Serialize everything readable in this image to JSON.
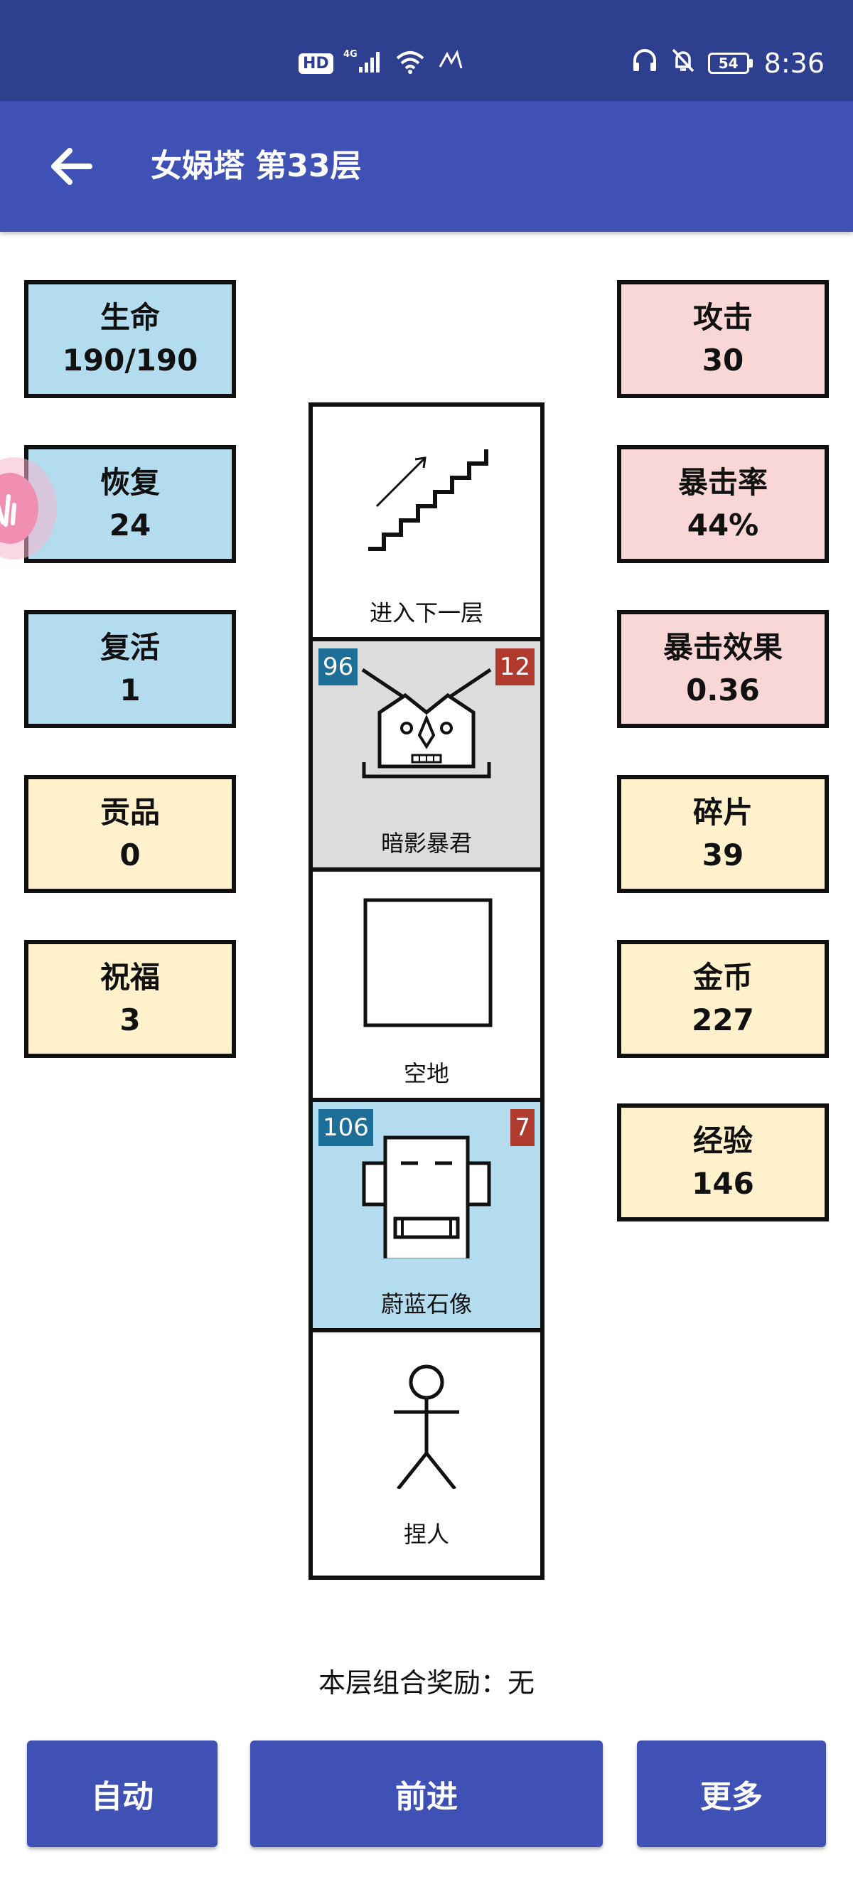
{
  "status_bar": {
    "hd": "HD",
    "network": "4G",
    "battery": "54",
    "time": "8:36"
  },
  "app_bar": {
    "title": "女娲塔 第33层"
  },
  "stats_left": [
    {
      "label": "生命",
      "value": "190/190",
      "color": "blue"
    },
    {
      "label": "恢复",
      "value": "24",
      "color": "blue"
    },
    {
      "label": "复活",
      "value": "1",
      "color": "blue"
    },
    {
      "label": "贡品",
      "value": "0",
      "color": "yellow"
    },
    {
      "label": "祝福",
      "value": "3",
      "color": "yellow"
    }
  ],
  "stats_right": [
    {
      "label": "攻击",
      "value": "30",
      "color": "pink"
    },
    {
      "label": "暴击率",
      "value": "44%",
      "color": "pink"
    },
    {
      "label": "暴击效果",
      "value": "0.36",
      "color": "pink"
    },
    {
      "label": "碎片",
      "value": "39",
      "color": "yellow"
    },
    {
      "label": "金币",
      "value": "227",
      "color": "yellow"
    },
    {
      "label": "经验",
      "value": "146",
      "color": "yellow"
    }
  ],
  "tower": {
    "cells": [
      {
        "name": "进入下一层"
      },
      {
        "name": "暗影暴君",
        "hp": "96",
        "atk": "12"
      },
      {
        "name": "空地"
      },
      {
        "name": "蔚蓝石像",
        "hp": "106",
        "atk": "7"
      },
      {
        "name": "捏人"
      }
    ]
  },
  "floor_reward": "本层组合奖励：无",
  "buttons": {
    "auto": "自动",
    "advance": "前进",
    "more": "更多"
  },
  "colors": {
    "status_bar": "#2f3f8f",
    "app_bar": "#3f51b5",
    "card_blue": "#b3dcef",
    "card_pink": "#f9d7d7",
    "card_yellow": "#fff1cc",
    "hp_badge": "#1d6f98",
    "atk_badge": "#b03a2e"
  }
}
